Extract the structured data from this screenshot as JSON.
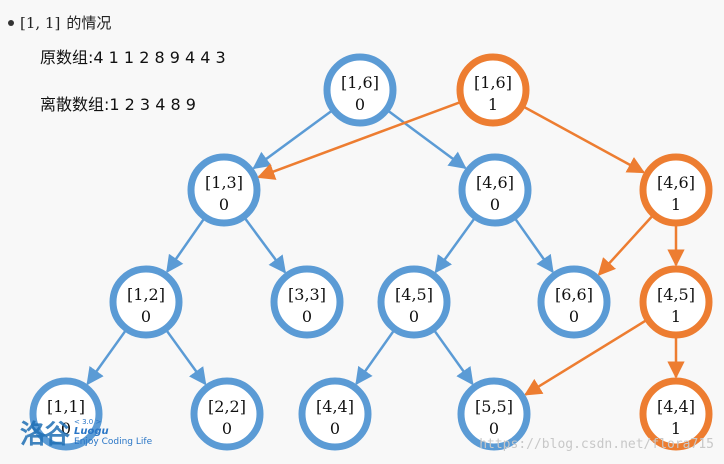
{
  "heading": {
    "math": "[1, 1]",
    "text": "的情况"
  },
  "original_array": "原数组:4 1 1 2 8 9 4 4 3",
  "discrete_array": "离散数组:1 2 3 4 8 9",
  "colors": {
    "blue": "#5b9bd5",
    "orange": "#ed7d31",
    "node_fill": "#ffffff"
  },
  "nodes": [
    {
      "id": "n16a",
      "range": "[1,6]",
      "value": "0",
      "color": "blue"
    },
    {
      "id": "n16b",
      "range": "[1,6]",
      "value": "1",
      "color": "orange"
    },
    {
      "id": "n13",
      "range": "[1,3]",
      "value": "0",
      "color": "blue"
    },
    {
      "id": "n46a",
      "range": "[4,6]",
      "value": "0",
      "color": "blue"
    },
    {
      "id": "n46b",
      "range": "[4,6]",
      "value": "1",
      "color": "orange"
    },
    {
      "id": "n12",
      "range": "[1,2]",
      "value": "0",
      "color": "blue"
    },
    {
      "id": "n33",
      "range": "[3,3]",
      "value": "0",
      "color": "blue"
    },
    {
      "id": "n45a",
      "range": "[4,5]",
      "value": "0",
      "color": "blue"
    },
    {
      "id": "n66",
      "range": "[6,6]",
      "value": "0",
      "color": "blue"
    },
    {
      "id": "n45b",
      "range": "[4,5]",
      "value": "1",
      "color": "orange"
    },
    {
      "id": "n11",
      "range": "[1,1]",
      "value": "0",
      "color": "blue"
    },
    {
      "id": "n22",
      "range": "[2,2]",
      "value": "0",
      "color": "blue"
    },
    {
      "id": "n44a",
      "range": "[4,4]",
      "value": "0",
      "color": "blue"
    },
    {
      "id": "n55",
      "range": "[5,5]",
      "value": "0",
      "color": "blue"
    },
    {
      "id": "n44b",
      "range": "[4,4]",
      "value": "1",
      "color": "orange"
    }
  ],
  "edges": [
    {
      "from": "n16a",
      "to": "n13",
      "color": "blue"
    },
    {
      "from": "n16a",
      "to": "n46a",
      "color": "blue"
    },
    {
      "from": "n13",
      "to": "n12",
      "color": "blue"
    },
    {
      "from": "n13",
      "to": "n33",
      "color": "blue"
    },
    {
      "from": "n46a",
      "to": "n45a",
      "color": "blue"
    },
    {
      "from": "n46a",
      "to": "n66",
      "color": "blue"
    },
    {
      "from": "n12",
      "to": "n11",
      "color": "blue"
    },
    {
      "from": "n12",
      "to": "n22",
      "color": "blue"
    },
    {
      "from": "n45a",
      "to": "n44a",
      "color": "blue"
    },
    {
      "from": "n45a",
      "to": "n55",
      "color": "blue"
    },
    {
      "from": "n16b",
      "to": "n13",
      "color": "orange"
    },
    {
      "from": "n16b",
      "to": "n46b",
      "color": "orange"
    },
    {
      "from": "n46b",
      "to": "n66",
      "color": "orange"
    },
    {
      "from": "n46b",
      "to": "n45b",
      "color": "orange"
    },
    {
      "from": "n45b",
      "to": "n55",
      "color": "orange"
    },
    {
      "from": "n45b",
      "to": "n44b",
      "color": "orange"
    }
  ],
  "logo": {
    "mark": "洛谷",
    "version": "< 3.0 >",
    "name": "Luogu",
    "slogan": "Enjoy Coding Life"
  },
  "watermark": "https://blog.csdn.net/flora715"
}
